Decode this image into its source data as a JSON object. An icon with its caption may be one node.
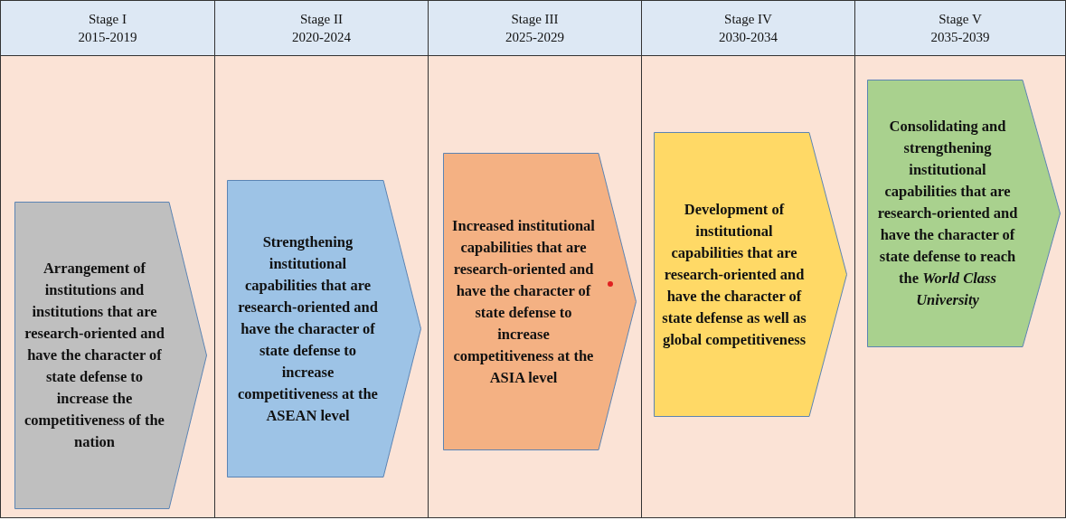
{
  "diagram": {
    "nodes": [
      {
        "text": [
          "Stage I",
          "2015-2019"
        ]
      },
      {
        "text": [
          "Arrangement of institutions and institutions that are research-oriented and have the character of state defense to increase the competitiveness of the nation"
        ],
        "in": 0
      },
      {
        "text": [
          "Stage II",
          "2020-2024"
        ]
      },
      {
        "text": [
          "Strengthening institutional capabilities that are research-oriented and have the character of state defense to increase competitiveness at the ASEAN level"
        ],
        "in": 2
      },
      {
        "text": [
          "Stage III",
          "2025-2029"
        ]
      },
      {
        "text": [
          "Increased institutional capabilities that are research-oriented and have the character of state defense to increase competitiveness at the ASIA level"
        ],
        "in": 4
      },
      {
        "text": [
          "Stage IV",
          "2030-2034"
        ]
      },
      {
        "text": [
          "Development of institutional capabilities that are research-oriented and have the character of state defense as well as global competitiveness"
        ],
        "in": 6
      },
      {
        "text": [
          "Stage V",
          "2035-2039"
        ]
      },
      {
        "text": [
          "Consolidating and strengthening institutional capabilities that are research-oriented and have the character of state defense to reach the *World Class University*"
        ],
        "in": 8
      }
    ]
  }
}
